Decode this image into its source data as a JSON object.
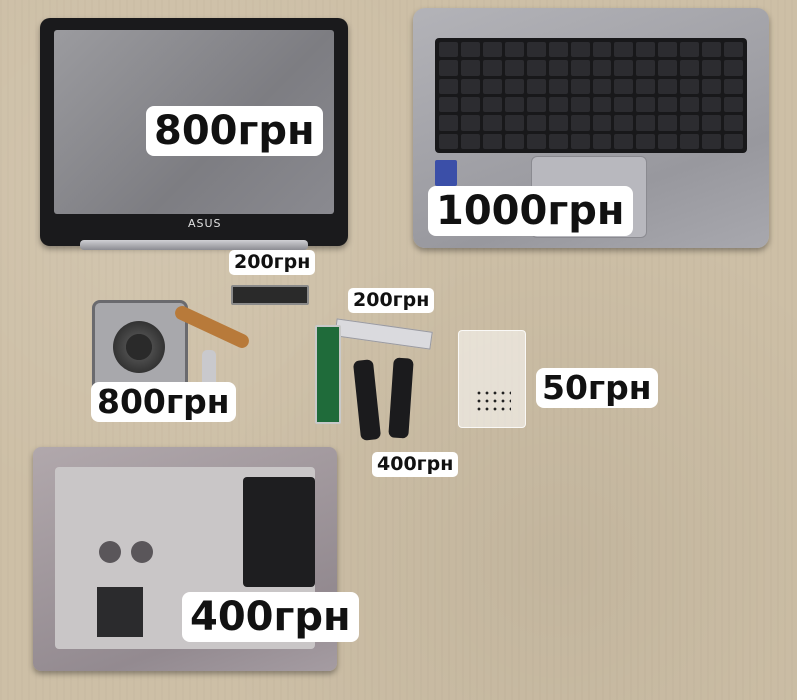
{
  "prices": {
    "display": "800грн",
    "topcase": "1000грн",
    "small_board": "200грн",
    "io_board": "200грн",
    "cooler": "800грн",
    "screws": "50грн",
    "speakers": "400грн",
    "bottom_case": "400грн"
  },
  "display_brand": "ASUS",
  "colors": {
    "background": "#cdbfa6",
    "label_bg": "#ffffff",
    "label_text": "#111111"
  }
}
